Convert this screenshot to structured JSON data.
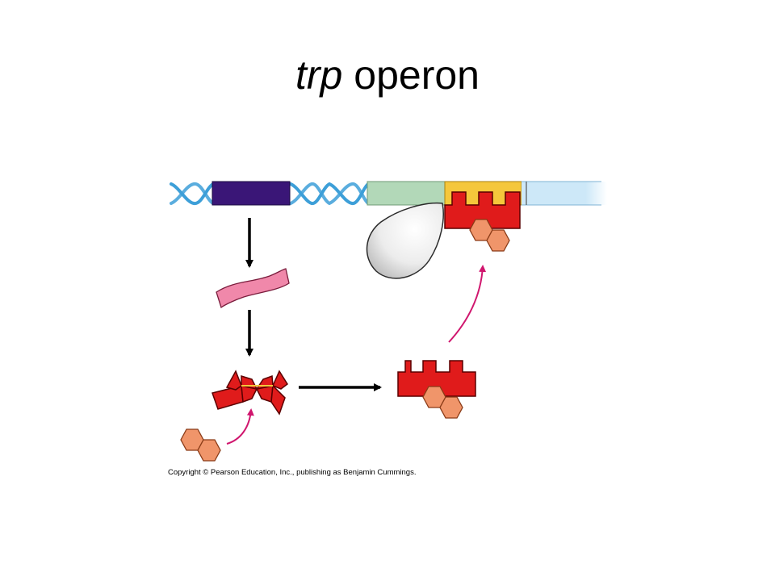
{
  "title": {
    "gene": "trp",
    "rest": " operon"
  },
  "copyright": "Copyright © Pearson Education, Inc., publishing as Benjamin Cummings.",
  "colors": {
    "dna": "#3d9fd8",
    "regulatory_gene": "#3a1677",
    "promoter": "#b2d8b8",
    "operator": "#f5c73b",
    "genes": "#cde8f8",
    "mrna": "#f088aa",
    "repressor": "#e01b1b",
    "tryptophan": "#f0956a",
    "pathway_arrow": "#d0166e"
  }
}
